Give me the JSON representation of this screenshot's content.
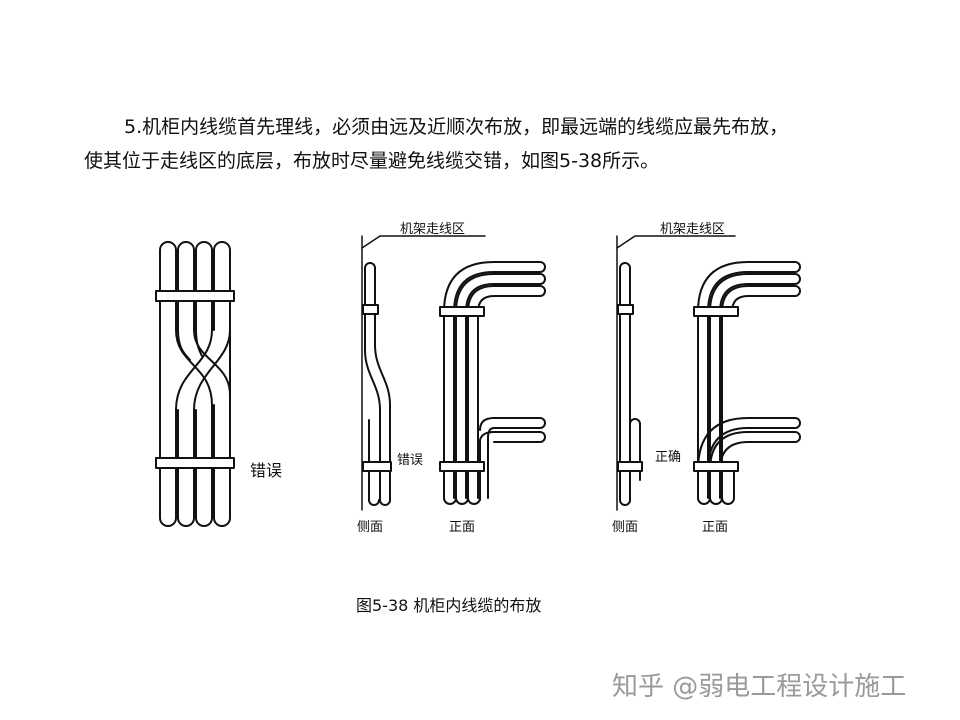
{
  "text": {
    "line1": "5.机柜内线缆首先理线，必须由远及近顺次布放，即最远端的线缆应最先布放，",
    "line2": "使其位于走线区的底层，布放时尽量避免线缆交错，如图5-38所示。"
  },
  "figure": {
    "wrong_label": "错误",
    "middle": {
      "rack_label": "机架走线区",
      "status_label": "错误",
      "side_label": "侧面",
      "front_label": "正面"
    },
    "right": {
      "rack_label": "机架走线区",
      "status_label": "正确",
      "side_label": "侧面",
      "front_label": "正面"
    },
    "caption": "图5-38 机柜内线缆的布放"
  },
  "watermark": "知乎 @弱电工程设计施工",
  "colors": {
    "stroke": "#111111",
    "background": "#ffffff",
    "watermark": "#9a9a9a"
  }
}
